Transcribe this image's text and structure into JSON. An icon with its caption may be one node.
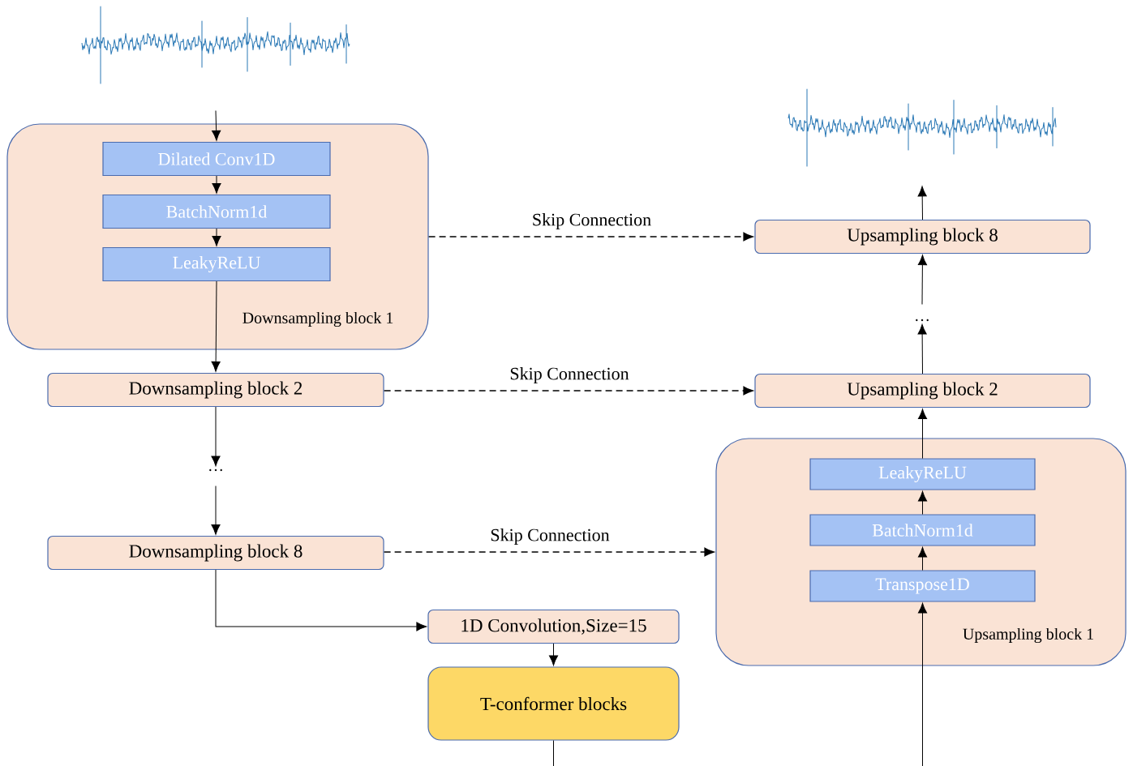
{
  "diagram": {
    "nodes": [
      {
        "text": [],
        "shape": "picture"
      },
      {
        "text": [
          "Downsampling block 1"
        ]
      },
      {
        "text": [
          "Dilated Conv1D"
        ],
        "in": 1
      },
      {
        "text": [
          "BatchNorm1d"
        ],
        "in": 1
      },
      {
        "text": [
          "LeakyReLU"
        ],
        "in": 1
      },
      {
        "text": [
          "Downsampling block 2"
        ]
      },
      {
        "text": [
          "…"
        ]
      },
      {
        "text": [
          "Downsampling block 8"
        ]
      },
      {
        "text": [
          "1D Convolution,Size=15"
        ]
      },
      {
        "text": [
          "T-conformer blocks"
        ]
      },
      {
        "text": [
          "Upsampling block 1"
        ]
      },
      {
        "text": [
          "Transpose1D"
        ],
        "in": 10
      },
      {
        "text": [
          "BatchNorm1d"
        ],
        "in": 10
      },
      {
        "text": [
          "LeakyReLU"
        ],
        "in": 10
      },
      {
        "text": [
          "Upsampling block 2"
        ]
      },
      {
        "text": [
          "…"
        ]
      },
      {
        "text": [
          "Upsampling block 8"
        ]
      },
      {
        "text": [],
        "shape": "picture"
      }
    ],
    "edges": [
      {
        "from": 0,
        "to": 2,
        "arrow": "to"
      },
      {
        "from": 2,
        "to": 3,
        "arrow": "to"
      },
      {
        "from": 3,
        "to": 4,
        "arrow": "to"
      },
      {
        "from": 4,
        "to": 5,
        "arrow": "to"
      },
      {
        "from": 5,
        "to": 6,
        "arrow": "to"
      },
      {
        "from": 6,
        "to": 7,
        "arrow": "to"
      },
      {
        "from": 7,
        "to": 8,
        "arrow": "to"
      },
      {
        "from": 8,
        "to": 9,
        "arrow": "to"
      },
      {
        "from": 9,
        "to": null,
        "arrow": "none"
      },
      {
        "from": null,
        "to": 11,
        "arrow": "to"
      },
      {
        "from": 11,
        "to": 12,
        "arrow": "to"
      },
      {
        "from": 12,
        "to": 13,
        "arrow": "to"
      },
      {
        "from": 13,
        "to": 14,
        "arrow": "to"
      },
      {
        "from": 14,
        "to": 15,
        "arrow": "to"
      },
      {
        "from": 15,
        "to": 16,
        "arrow": "to"
      },
      {
        "from": 16,
        "to": 17,
        "arrow": "to"
      },
      {
        "from": 1,
        "to": 16,
        "arrow": "to",
        "label": "Skip Connection",
        "style": "dashed"
      },
      {
        "from": 5,
        "to": 14,
        "arrow": "to",
        "label": "Skip Connection",
        "style": "dashed"
      },
      {
        "from": 7,
        "to": 10,
        "arrow": "to",
        "label": "Skip Connection",
        "style": "dashed"
      }
    ]
  }
}
